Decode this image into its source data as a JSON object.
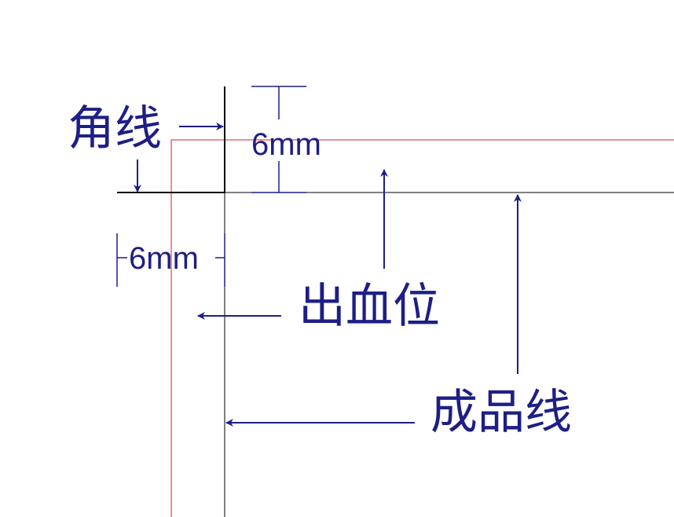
{
  "labels": {
    "corner_line": "角线",
    "bleed": "出血位",
    "trim_line": "成品线",
    "dim_top": "6mm",
    "dim_left": "6mm"
  },
  "colors": {
    "annotation": "#1e1e86",
    "bleed_line": "#d0202a",
    "trim_line": "#000000"
  }
}
